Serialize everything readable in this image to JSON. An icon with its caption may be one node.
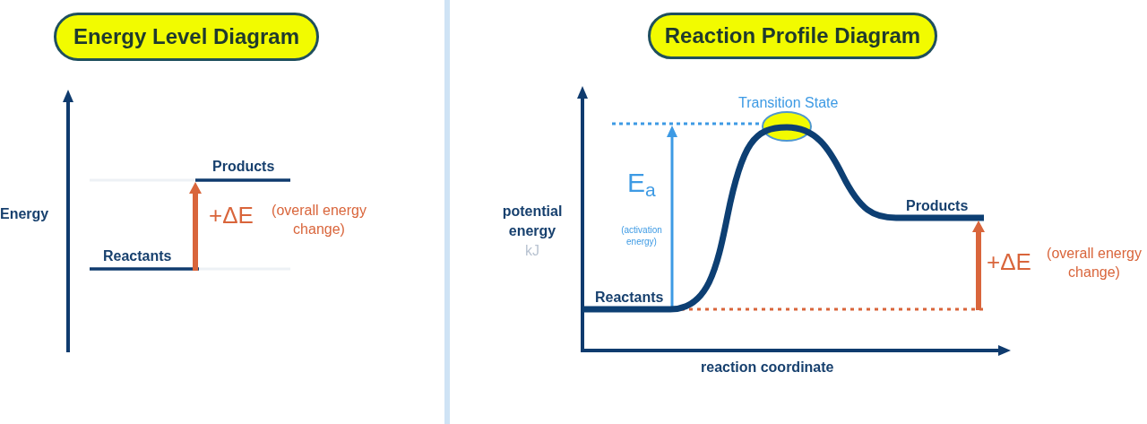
{
  "diagram": {
    "nodes": [
      {
        "text": [
          "Energy Level Diagram"
        ]
      },
      {
        "text": [
          "Reaction Profile Diagram"
        ]
      }
    ],
    "labels": [
      "Energy",
      "Products",
      "+ΔE",
      "(overall energy change)",
      "Reactants",
      "Transition State",
      "E$_{a}$",
      "(activation energy)",
      "Products",
      "potential energy",
      "kJ",
      "+ΔE",
      "(overall energy change)",
      "Reactants",
      "reaction coordinate"
    ]
  }
}
